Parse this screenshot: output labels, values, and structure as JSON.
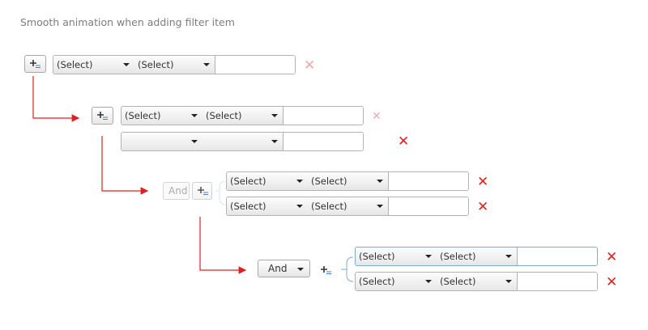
{
  "caption": "Smooth animation when adding filter item",
  "select_placeholder": "(Select)",
  "logic_label": "And",
  "colors": {
    "arrow": "#e02020",
    "delete": "#e02020",
    "bracket": "#7eaad2"
  },
  "icons": {
    "add": "add-filter-icon",
    "delete": "delete-icon",
    "caret": "dropdown-caret-icon"
  }
}
